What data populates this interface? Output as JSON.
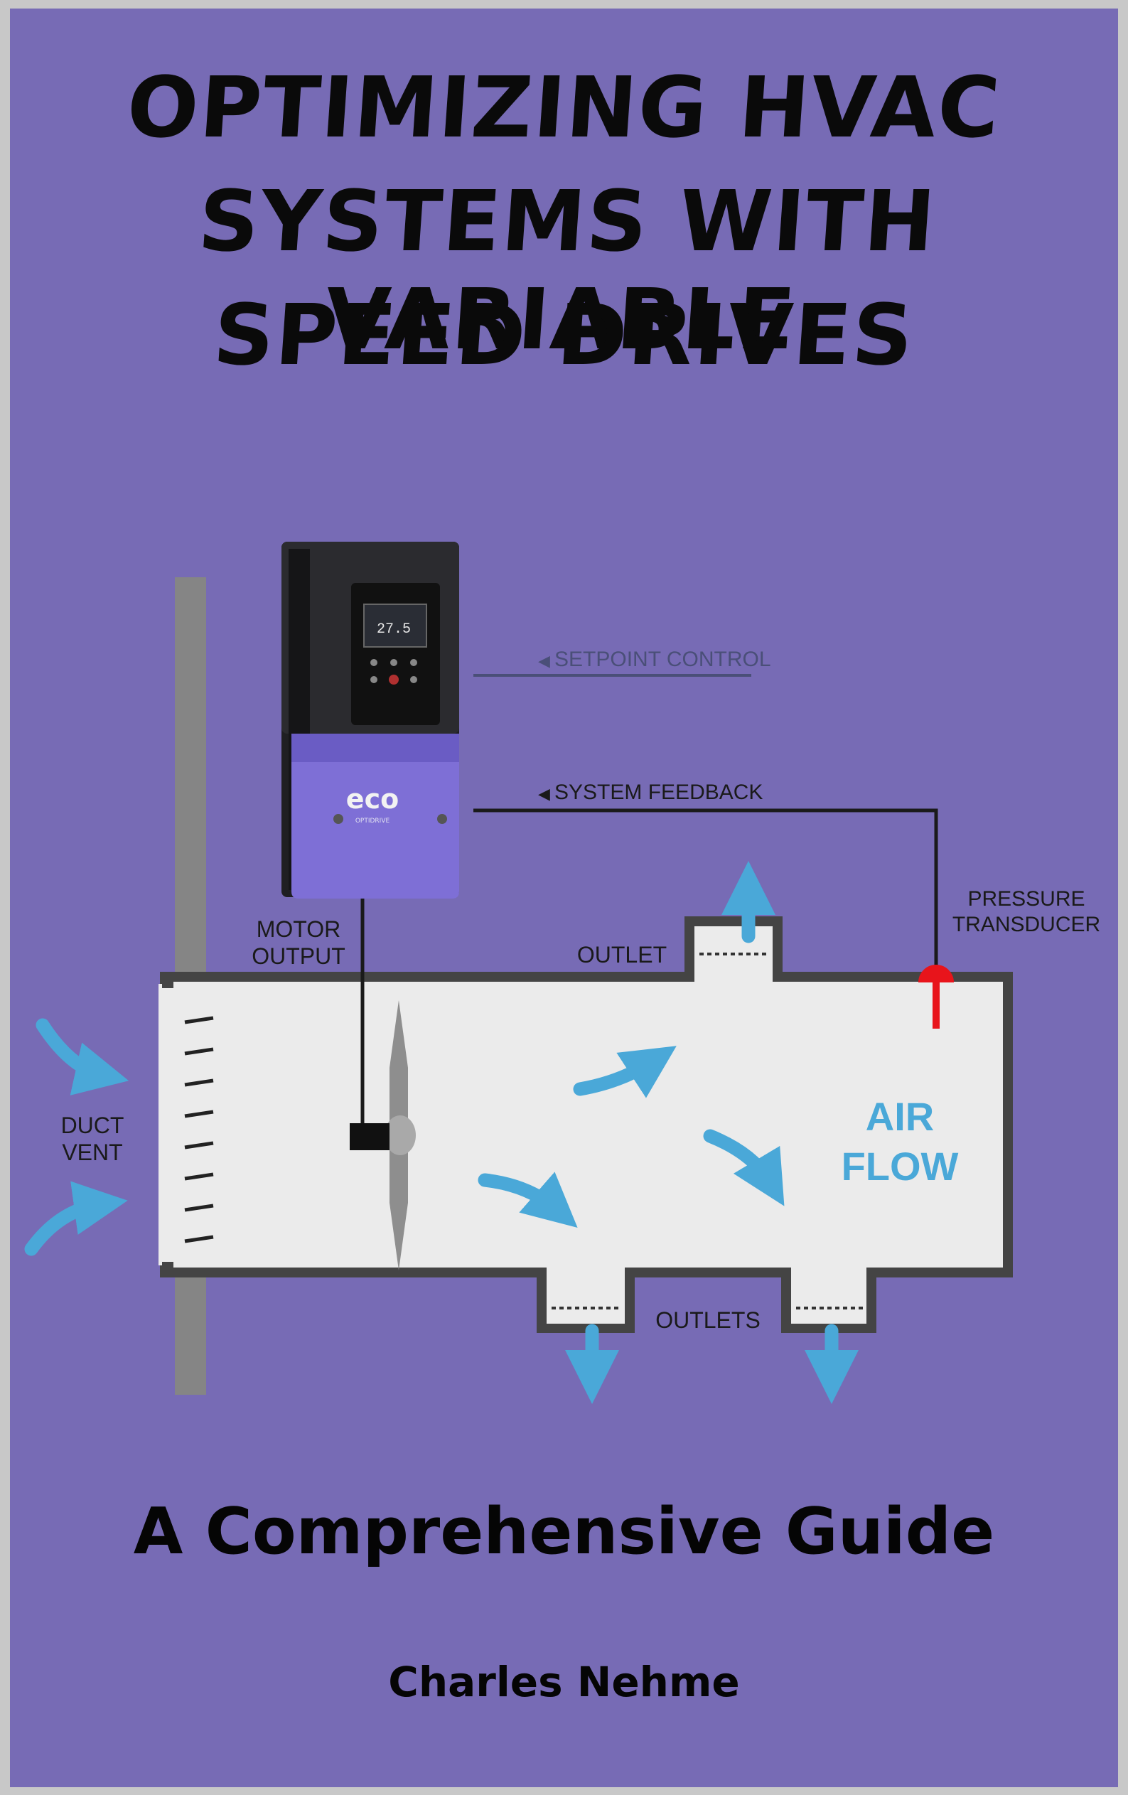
{
  "title_lines": [
    "OPTIMIZING HVAC",
    "SYSTEMS WITH VARIABLE",
    "SPEED DRIVES"
  ],
  "subtitle": "A Comprehensive Guide",
  "author": "Charles Nehme",
  "diagram": {
    "setpoint_control": "SETPOINT CONTROL",
    "system_feedback": "SYSTEM FEEDBACK",
    "pressure": "PRESSURE",
    "transducer": "TRANSDUCER",
    "motor": "MOTOR",
    "output": "OUTPUT",
    "outlet": "OUTLET",
    "outlets": "OUTLETS",
    "duct": "DUCT",
    "vent": "VENT",
    "air": "AIR",
    "flow": "FLOW",
    "drive_display": "27.5",
    "drive_brand": "eco",
    "drive_model": "OPTIDRIVE"
  },
  "colors": {
    "background": "#776bb5",
    "duct_fill": "#ebebeb",
    "duct_wall": "#444444",
    "arrow": "#4aa8d8",
    "transducer": "#e8141b",
    "drive_body": "#1f1f22",
    "drive_panel": "#7e6fd6"
  }
}
